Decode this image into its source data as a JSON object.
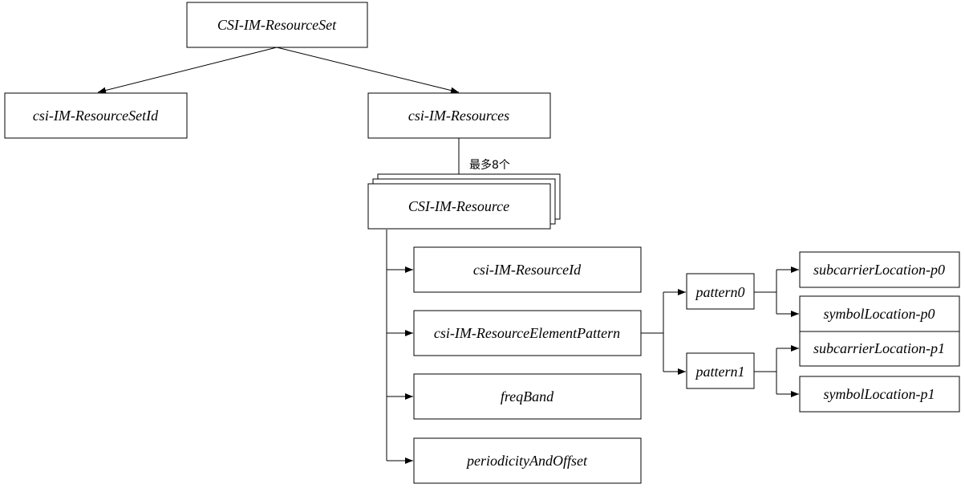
{
  "diagram": {
    "root": {
      "label": "CSI-IM-ResourceSet"
    },
    "set_id": {
      "label": "csi-IM-ResourceSetId"
    },
    "resources": {
      "label": "csi-IM-Resources"
    },
    "resources_edge_label": "最多8个",
    "resource": {
      "label": "CSI-IM-Resource"
    },
    "resource_id": {
      "label": "csi-IM-ResourceId"
    },
    "element_pattern": {
      "label": "csi-IM-ResourceElementPattern"
    },
    "freq_band": {
      "label": "freqBand"
    },
    "periodicity": {
      "label": "periodicityAndOffset"
    },
    "pattern0": {
      "label": "pattern0"
    },
    "pattern1": {
      "label": "pattern1"
    },
    "subcarrier_p0": {
      "label": "subcarrierLocation-p0"
    },
    "symbol_p0": {
      "label": "symbolLocation-p0"
    },
    "subcarrier_p1": {
      "label": "subcarrierLocation-p1"
    },
    "symbol_p1": {
      "label": "symbolLocation-p1"
    }
  }
}
